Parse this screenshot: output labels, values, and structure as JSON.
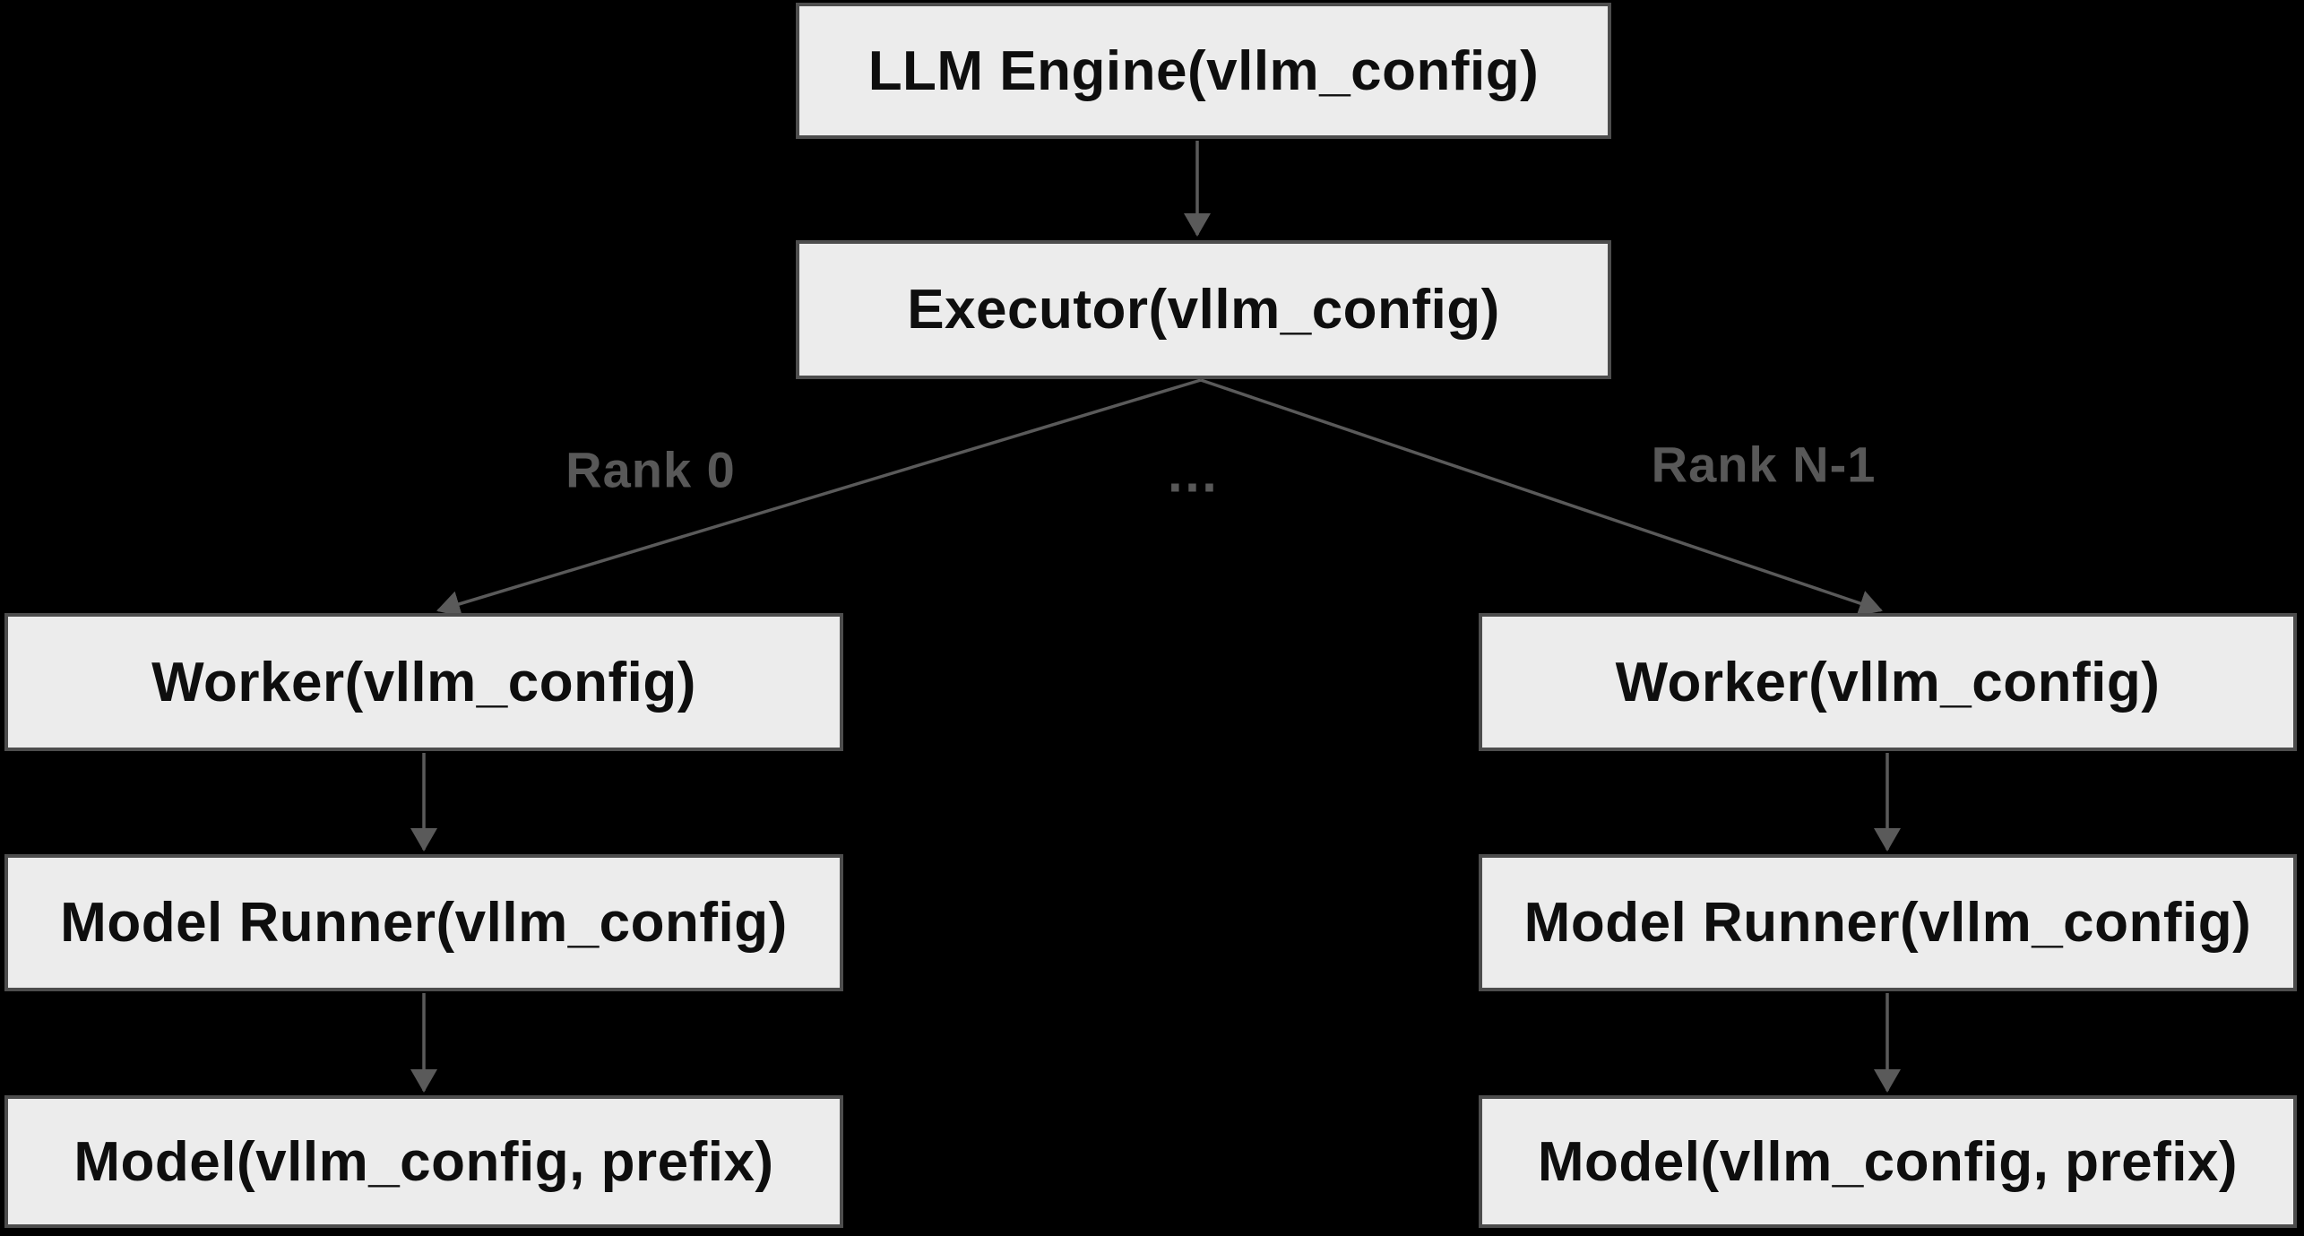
{
  "diagram": {
    "title": "vLLM engine-executor-worker architecture",
    "background_color": "#000000",
    "node_fill_color": "#ececec",
    "node_border_color": "#4d4d4d",
    "node_text_color": "#0e0e0e",
    "edge_color": "#5a5a5a",
    "edge_label_color": "#585858",
    "nodes": {
      "llm_engine": {
        "label": "LLM Engine(vllm_config)"
      },
      "executor": {
        "label": "Executor(vllm_config)"
      },
      "worker_left": {
        "label": "Worker(vllm_config)"
      },
      "worker_right": {
        "label": "Worker(vllm_config)"
      },
      "model_runner_left": {
        "label": "Model Runner(vllm_config)"
      },
      "model_runner_right": {
        "label": "Model Runner(vllm_config)"
      },
      "model_left": {
        "label": "Model(vllm_config, prefix)"
      },
      "model_right": {
        "label": "Model(vllm_config, prefix)"
      }
    },
    "edge_labels": {
      "rank_0": "Rank 0",
      "ellipsis": "…",
      "rank_n": "Rank N-1"
    }
  }
}
